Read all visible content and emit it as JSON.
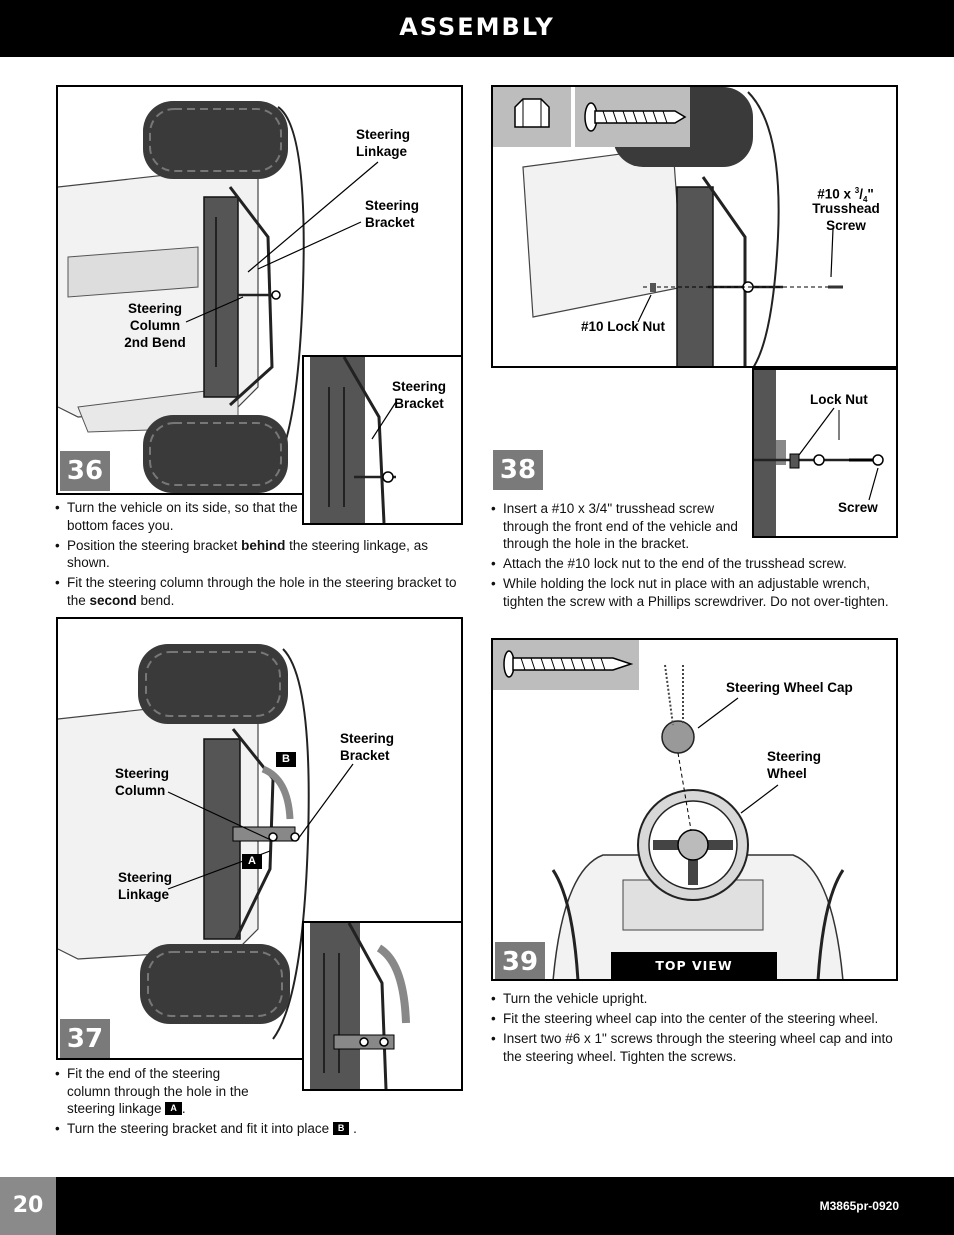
{
  "header": {
    "title": "ASSEMBLY"
  },
  "footer": {
    "page_number": "20",
    "code": "M3865pr-0920"
  },
  "step36": {
    "number": "36",
    "labels": {
      "steering_linkage": "Steering Linkage",
      "steering_bracket": "Steering Bracket",
      "steering_column": "Steering Column 2nd Bend",
      "inset_bracket": "Steering Bracket"
    },
    "notes": {
      "n1": "Turn the vehicle on its side, so that the bottom faces you.",
      "n2_pre": "Position the steering bracket ",
      "n2_bold": "behind",
      "n2_post": " the steering linkage, as shown.",
      "n3_pre": "Fit the steering column through the hole in the steering bracket to the ",
      "n3_bold": "second",
      "n3_post": " bend."
    }
  },
  "step37": {
    "number": "37",
    "labels": {
      "steering_bracket": "Steering Bracket",
      "steering_column": "Steering Column",
      "steering_linkage": "Steering Linkage",
      "tag_a": "A",
      "tag_b": "B"
    },
    "notes": {
      "n1": "Fit the end of the steering column through the hole in the steering linkage",
      "n1_tag": "A",
      "n2": "Turn the steering bracket and fit it into place",
      "n2_tag": "B"
    }
  },
  "step38": {
    "number": "38",
    "labels": {
      "screw_size": "#10 x 3/4\"",
      "screw_name": "Trusshead Screw",
      "lock_nut": "#10 Lock Nut",
      "inset_lock_nut": "Lock Nut",
      "inset_screw": "Screw"
    },
    "notes": {
      "n1": "Insert a #10 x 3/4\" trusshead screw through the front end of the vehicle and through the hole in the bracket.",
      "n2": "Attach the #10 lock nut to the end of the trusshead screw.",
      "n3": "While holding the lock nut in place with an adjustable wrench, tighten the screw with a Phillips screwdriver. Do not over-tighten."
    }
  },
  "step39": {
    "number": "39",
    "labels": {
      "cap": "Steering Wheel Cap",
      "wheel": "Steering Wheel",
      "top_view": "TOP VIEW"
    },
    "notes": {
      "n1": "Turn the vehicle upright.",
      "n2": "Fit the steering wheel cap into the center of the steering wheel.",
      "n3": "Insert two #6 x 1\" screws through the steering wheel cap and into the steering wheel. Tighten the screws."
    }
  }
}
